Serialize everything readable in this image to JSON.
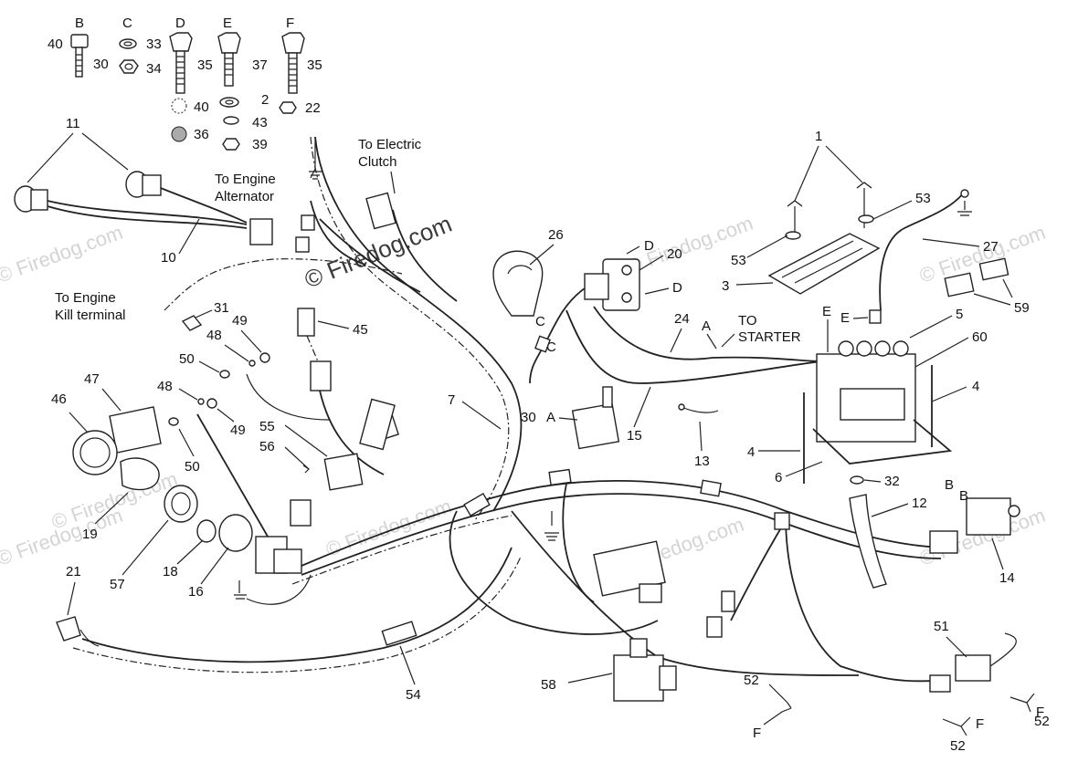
{
  "watermark": {
    "main": "© Firedog.com",
    "faint": "© Firedog.com",
    "color": "#d4d4d4"
  },
  "hardware_headers": [
    "B",
    "C",
    "D",
    "E",
    "F"
  ],
  "callouts": {
    "n40a": "40",
    "n30a": "30",
    "n33": "33",
    "n34": "34",
    "n35a": "35",
    "n37": "37",
    "n35b": "35",
    "n40b": "40",
    "n2": "2",
    "n22": "22",
    "n43": "43",
    "n36": "36",
    "n39": "39",
    "n11": "11",
    "n10": "10",
    "n26": "26",
    "n20": "20",
    "n1": "1",
    "n53a": "53",
    "n53b": "53",
    "n27": "27",
    "n3": "3",
    "n59": "59",
    "n5": "5",
    "n60": "60",
    "n24": "24",
    "n31": "31",
    "n45": "45",
    "n49a": "49",
    "n48a": "48",
    "n50a": "50",
    "n48b": "48",
    "n49b": "49",
    "n50b": "50",
    "n47": "47",
    "n46": "46",
    "n55": "55",
    "n56": "56",
    "n7": "7",
    "n30A": "30",
    "n15": "15",
    "n13": "13",
    "n4a": "4",
    "n4b": "4",
    "n6": "6",
    "n32": "32",
    "n12": "12",
    "n19": "19",
    "n57": "57",
    "n18": "18",
    "n16": "16",
    "n21": "21",
    "n14": "14",
    "n51": "51",
    "n52a": "52",
    "n52b": "52",
    "n52c": "52",
    "n54": "54",
    "n58": "58"
  },
  "letters": {
    "D1": "D",
    "D2": "D",
    "C1": "C",
    "C2": "C",
    "A1": "A",
    "A2": "A",
    "E1": "E",
    "E2": "E",
    "B1": "B",
    "B2": "B",
    "F1": "F",
    "F2": "F",
    "F3": "F"
  },
  "annotations": {
    "electric_clutch_1": "To Electric",
    "electric_clutch_2": "Clutch",
    "alternator_1": "To Engine",
    "alternator_2": "Alternator",
    "kill_1": "To Engine",
    "kill_2": "Kill terminal",
    "starter_1": "TO",
    "starter_2": "STARTER"
  }
}
